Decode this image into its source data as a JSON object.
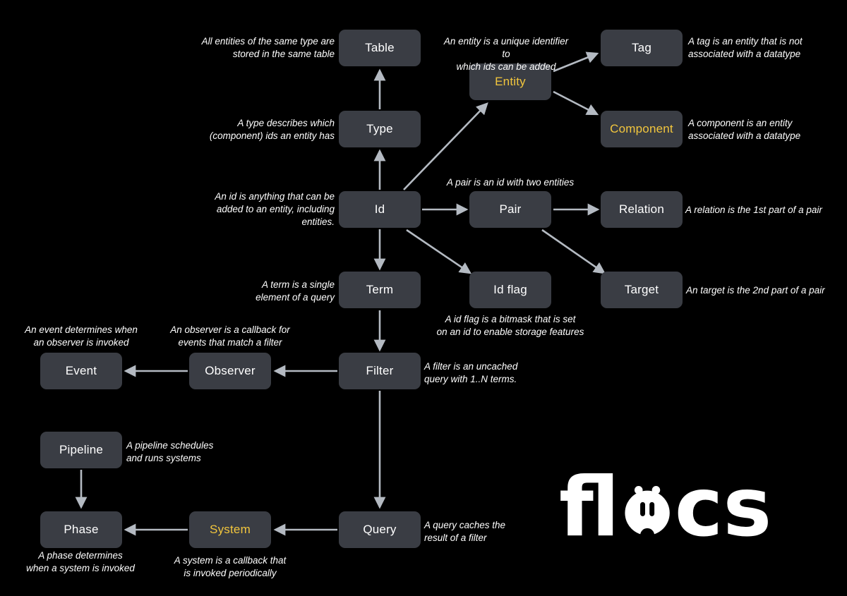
{
  "nodes": {
    "table": {
      "label": "Table"
    },
    "type": {
      "label": "Type"
    },
    "id": {
      "label": "Id"
    },
    "term": {
      "label": "Term"
    },
    "filter": {
      "label": "Filter"
    },
    "query": {
      "label": "Query"
    },
    "entity": {
      "label": "Entity"
    },
    "tag": {
      "label": "Tag"
    },
    "component": {
      "label": "Component"
    },
    "pair": {
      "label": "Pair"
    },
    "relation": {
      "label": "Relation"
    },
    "idflag": {
      "label": "Id flag"
    },
    "target": {
      "label": "Target"
    },
    "observer": {
      "label": "Observer"
    },
    "event": {
      "label": "Event"
    },
    "pipeline": {
      "label": "Pipeline"
    },
    "phase": {
      "label": "Phase"
    },
    "system": {
      "label": "System"
    }
  },
  "notes": {
    "table": "All entities of the same type are\nstored in the same table",
    "entity": "An entity is a unique identifier to\nwhich ids can be added",
    "tag": "A tag is an entity that is not\nassociated with a datatype",
    "type": "A type describes which\n(component) ids an entity has",
    "component": "A component is an entity\nassociated with a datatype",
    "id": "An id is anything that can be\nadded to an entity, including\nentities.",
    "pair": "A pair is an id with two entities",
    "relation": "A relation is the 1st part of a pair",
    "term": "A term is a single\nelement of a query",
    "idflag": "A id flag is a bitmask that is set\non an id to enable storage features",
    "target": "An target is the 2nd part of a pair",
    "event": "An event determines when\nan observer is invoked",
    "observer": "An observer is a callback for\nevents that match a filter",
    "filter": "A filter is an uncached\nquery with 1..N terms.",
    "pipeline": "A pipeline schedules\nand runs systems",
    "query": "A query caches the\nresult of a filter",
    "phase": "A phase determines\nwhen a system is invoked",
    "system": "A system is a callback that\nis invoked periodically"
  },
  "brand": {
    "name": "flecs",
    "left": "fl",
    "right": "cs"
  },
  "colors": {
    "background": "#000000",
    "node_background": "#3a3d44",
    "node_text": "#ffffff",
    "accent_text": "#f2c63d",
    "arrow": "#b4bac2",
    "note_text": "#ffffff"
  }
}
